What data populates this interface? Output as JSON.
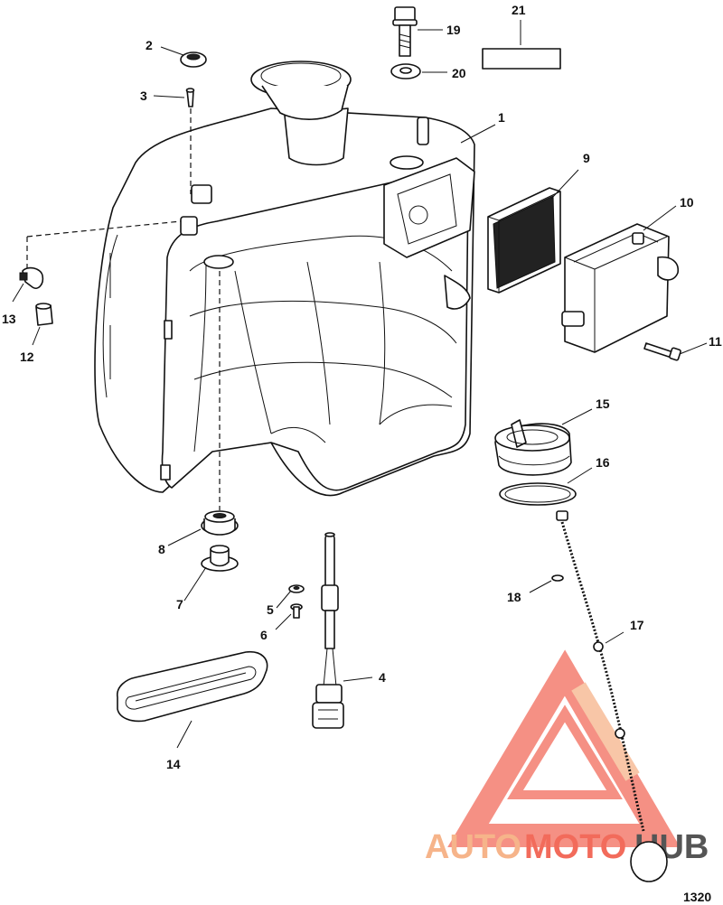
{
  "callouts": {
    "c1": "1",
    "c2": "2",
    "c3": "3",
    "c4": "4",
    "c5": "5",
    "c6": "6",
    "c7": "7",
    "c8": "8",
    "c9": "9",
    "c10": "10",
    "c11": "11",
    "c12": "12",
    "c13": "13",
    "c14": "14",
    "c15": "15",
    "c16": "16",
    "c17": "17",
    "c18": "18",
    "c19": "19",
    "c20": "20",
    "c21": "21"
  },
  "figure_number": "1320",
  "watermark": {
    "part1": "AUTO",
    "part2": "MOTO",
    "part3": "HUB",
    "color_primary": "#f26b5b",
    "color_secondary": "#f6b48a",
    "color_tertiary": "#555555"
  }
}
